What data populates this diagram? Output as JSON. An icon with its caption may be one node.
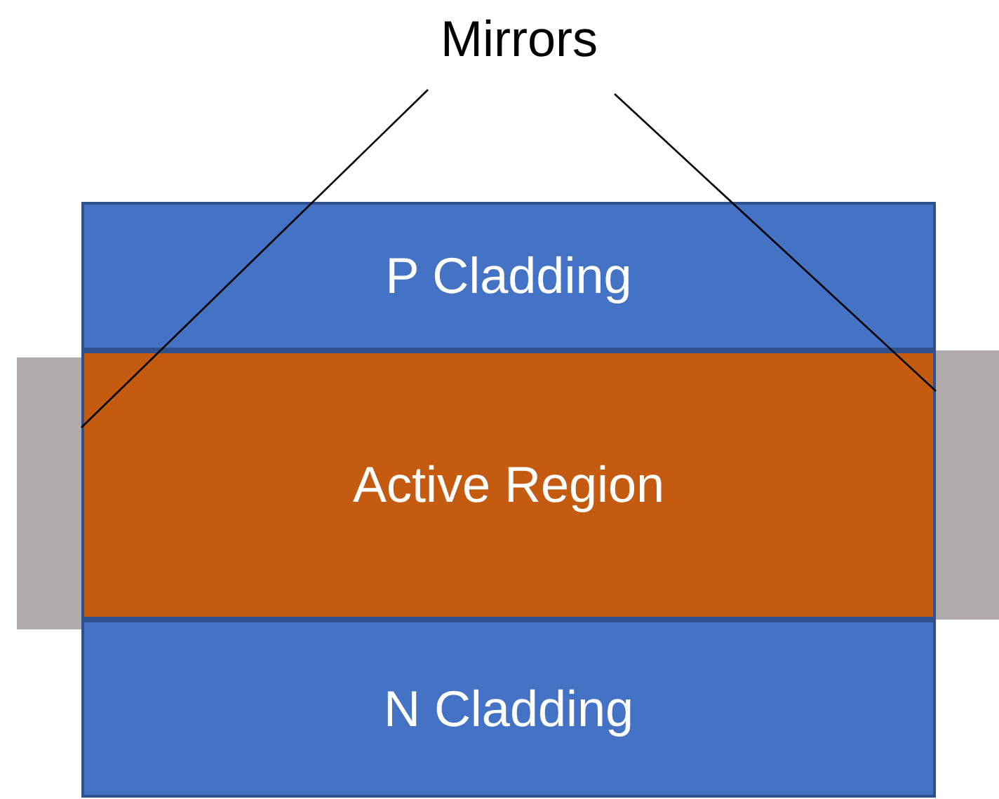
{
  "diagram": {
    "nodes": [
      {
        "text": [
          "Mirrors"
        ]
      },
      {
        "text": [
          "P Cladding"
        ]
      },
      {
        "text": [
          "Active Region"
        ]
      },
      {
        "text": [
          "N Cladding"
        ]
      },
      {
        "text": [],
        "shape": "box"
      },
      {
        "text": [],
        "shape": "box"
      }
    ],
    "edges": [
      {
        "from": 0,
        "to": 4,
        "arrow": "none"
      },
      {
        "from": 0,
        "to": 5,
        "arrow": "none"
      }
    ]
  }
}
